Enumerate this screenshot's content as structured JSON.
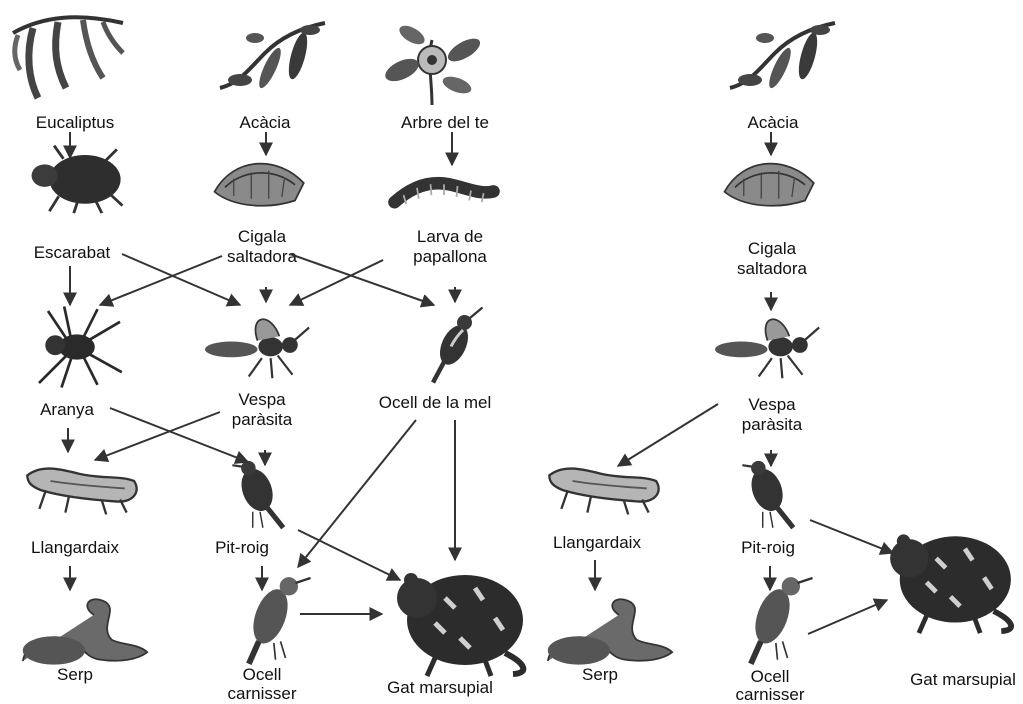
{
  "left_web": {
    "labels": {
      "eucaliptus": "Eucaliptus",
      "acacia": "Acàcia",
      "arbre_del_te": "Arbre del te",
      "escarabat": "Escarabat",
      "cigala_1": "Cigala",
      "cigala_2": "saltadora",
      "larva_1": "Larva de",
      "larva_2": "papallona",
      "aranya": "Aranya",
      "vespa_1": "Vespa",
      "vespa_2": "paràsita",
      "ocell_mel": "Ocell de la mel",
      "llangardaix": "Llangardaix",
      "pit_roig": "Pit-roig",
      "serp": "Serp",
      "ocell_carnisser_1": "Ocell",
      "ocell_carnisser_2": "carnisser",
      "gat_marsupial": "Gat marsupial"
    }
  },
  "right_web": {
    "labels": {
      "acacia": "Acàcia",
      "cigala_1": "Cigala",
      "cigala_2": "saltadora",
      "vespa_1": "Vespa",
      "vespa_2": "paràsita",
      "llangardaix": "Llangardaix",
      "pit_roig": "Pit-roig",
      "serp": "Serp",
      "ocell_carnisser_1": "Ocell",
      "ocell_carnisser_2": "carnisser",
      "gat_marsupial": "Gat marsupial"
    }
  },
  "colors": {
    "ink": "#111111",
    "arrow": "#333333",
    "illustration": "#3a3a3a",
    "illustration_light": "#9a9a9a"
  }
}
